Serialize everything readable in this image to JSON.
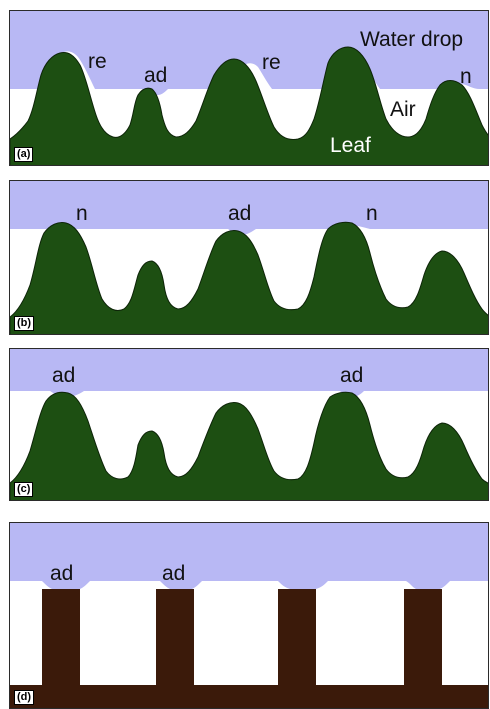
{
  "colors": {
    "water": "#b8b8f4",
    "leaf": "#1d4f12",
    "leaf_outline": "#0d2408",
    "post": "#3b1a0a",
    "air": "#ffffff",
    "frame": "#2b2b2b"
  },
  "panels": [
    {
      "tag": "(a)",
      "labels": {
        "water_drop": "Water drop",
        "air": "Air",
        "leaf": "Leaf",
        "re1": "re",
        "ad1": "ad",
        "re2": "re",
        "n1": "n"
      }
    },
    {
      "tag": "(b)",
      "labels": {
        "n1": "n",
        "ad1": "ad",
        "n2": "n"
      }
    },
    {
      "tag": "(c)",
      "labels": {
        "ad1": "ad",
        "ad2": "ad"
      }
    },
    {
      "tag": "(d)",
      "labels": {
        "ad1": "ad",
        "ad2": "ad"
      }
    }
  ]
}
